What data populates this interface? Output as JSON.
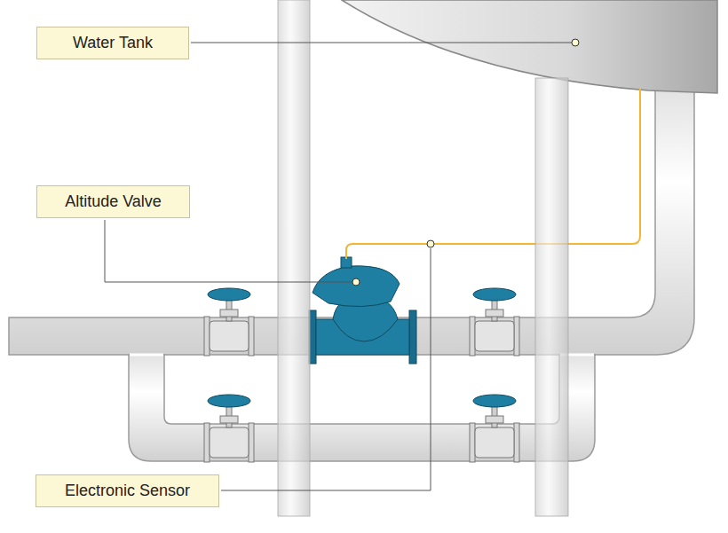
{
  "diagram": {
    "nodes": [
      {
        "text": [
          "Water Tank"
        ]
      },
      {
        "text": [
          "Altitude Valve"
        ]
      },
      {
        "text": [
          "Electronic Sensor"
        ]
      }
    ]
  }
}
